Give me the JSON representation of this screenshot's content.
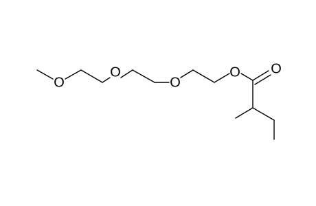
{
  "molecule": {
    "atoms": {
      "o1": "O",
      "o2": "O",
      "o3": "O",
      "o4": "O",
      "o5": "O"
    }
  },
  "colors": {
    "bond": "#000000",
    "label": "#000000",
    "background": "#ffffff"
  }
}
